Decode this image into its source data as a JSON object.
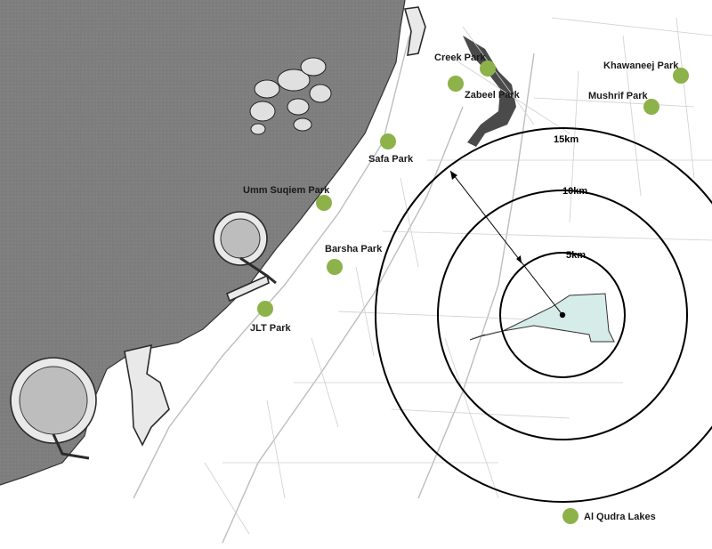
{
  "map": {
    "colors": {
      "sea": "#7d7d7d",
      "land": "#ffffff",
      "park": "#8db24a",
      "lake": "#d6ece9",
      "ring": "#000000"
    },
    "parks": [
      {
        "name": "Creek Park"
      },
      {
        "name": "Zabeel Park"
      },
      {
        "name": "Khawaneej Park"
      },
      {
        "name": "Mushrif Park"
      },
      {
        "name": "Safa Park"
      },
      {
        "name": "Umm Suqiem Park"
      },
      {
        "name": "Barsha Park"
      },
      {
        "name": "JLT Park"
      }
    ],
    "rings": [
      {
        "label": "15km"
      },
      {
        "label": "10km"
      },
      {
        "label": "5km"
      }
    ],
    "legend": {
      "label": "Al Qudra Lakes",
      "icon": "green-circle-icon"
    }
  }
}
